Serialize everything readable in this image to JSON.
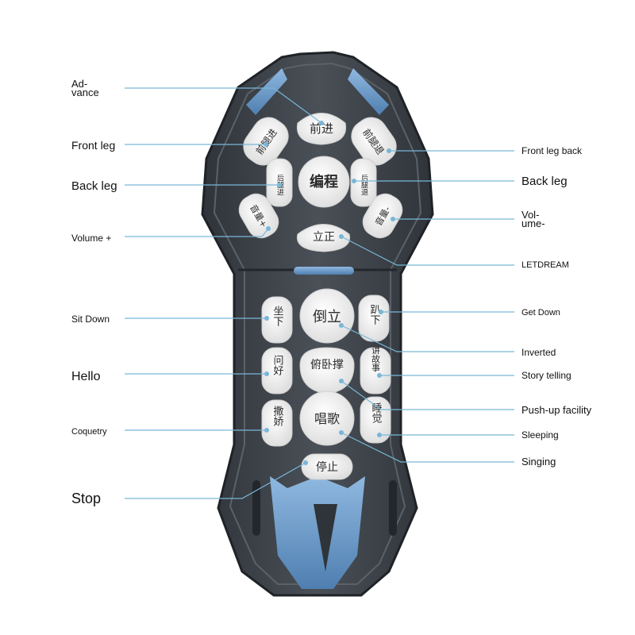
{
  "buttons": {
    "advance": "前进",
    "front_leg_advance": "前腿进",
    "front_leg_back": "前腿退",
    "program": "编程",
    "back_leg_advance": "后腿进",
    "back_leg_back": "后腿退",
    "volume_plus": "音量+",
    "volume_minus": "音量-",
    "stand": "立正",
    "sit_down": "坐下",
    "handstand": "倒立",
    "get_down": "趴下",
    "hello": "问好",
    "pushup": "俯卧撑",
    "story": "讲故事",
    "coquetry": "撒娇",
    "sing": "唱歌",
    "sleep": "睡觉",
    "stop": "停止"
  },
  "callouts": {
    "advance": "Ad-\nvance",
    "front_leg": "Front leg",
    "front_leg_back": "Front leg back",
    "back_leg_left": "Back leg",
    "back_leg_right": "Back leg",
    "volume_plus": "Volume +",
    "volume_minus": "Vol-\nume-",
    "letdream": "LETDREAM",
    "sit_down": "Sit Down",
    "get_down": "Get Down",
    "inverted": "Inverted",
    "hello": "Hello",
    "story_telling": "Story telling",
    "pushup": "Push-up facility",
    "coquetry": "Coquetry",
    "sleeping": "Sleeping",
    "singing": "Singing",
    "stop": "Stop"
  },
  "colors": {
    "body_dark": "#3b4147",
    "body_mid": "#4a5057",
    "accent_blue": "#6f9fd0",
    "button_white": "#f4f4f4",
    "leader_line": "#7ab6d8"
  }
}
